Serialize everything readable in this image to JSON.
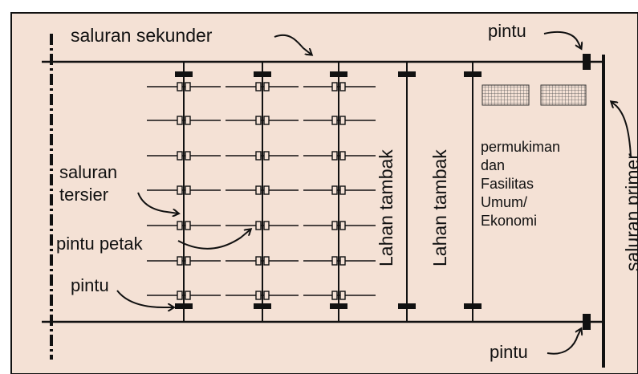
{
  "colors": {
    "background": "#f4e1d5",
    "ink": "#111111",
    "hatch": "#555555",
    "crop_top": "#ffffff"
  },
  "labels": {
    "saluran_sekunder": "saluran sekunder",
    "pintu_top": "pintu",
    "saluran_tersier_line1": "saluran",
    "saluran_tersier_line2": "tersier",
    "pintu_petak": "pintu petak",
    "pintu_left": "pintu",
    "pintu_bottom": "pintu",
    "lahan_tambak_1": "Lahan tambak",
    "lahan_tambak_2": "Lahan tambak",
    "permukiman_lines": [
      "permukiman",
      "dan",
      "Fasilitas",
      "Umum/",
      "Ekonomi"
    ],
    "saluran_primer": "saluran primer"
  },
  "icons": {
    "arrow": "curved-arrow-icon",
    "gate": "gate-block-icon",
    "small_gate": "small-gate-icon",
    "building": "building-icon"
  }
}
